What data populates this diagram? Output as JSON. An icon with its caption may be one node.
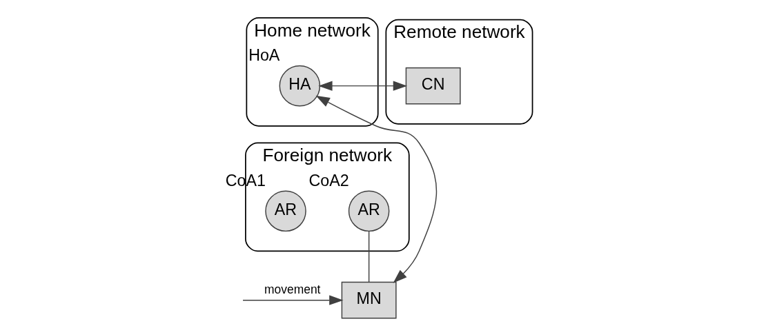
{
  "diagram": {
    "nodes": [
      {
        "text": [
          "Home network"
        ]
      },
      {
        "text": [
          "HA"
        ],
        "in": 0,
        "beside": [
          "HoA"
        ]
      },
      {
        "text": [
          "Remote network"
        ]
      },
      {
        "text": [
          "CN"
        ],
        "in": 2
      },
      {
        "text": [
          "Foreign network"
        ]
      },
      {
        "text": [
          "AR"
        ],
        "in": 4,
        "beside": [
          "CoA1"
        ]
      },
      {
        "text": [
          "AR"
        ],
        "in": 4,
        "beside": [
          "CoA2"
        ]
      },
      {
        "text": [
          "MN"
        ]
      }
    ],
    "edges": [
      {
        "from": 1,
        "to": 3,
        "arrow": "both"
      },
      {
        "from": 7,
        "to": 1,
        "arrow": "both"
      },
      {
        "from": 6,
        "to": 7,
        "arrow": "none"
      },
      {
        "from": null,
        "to": 7,
        "arrow": "to",
        "label": "movement"
      }
    ]
  }
}
